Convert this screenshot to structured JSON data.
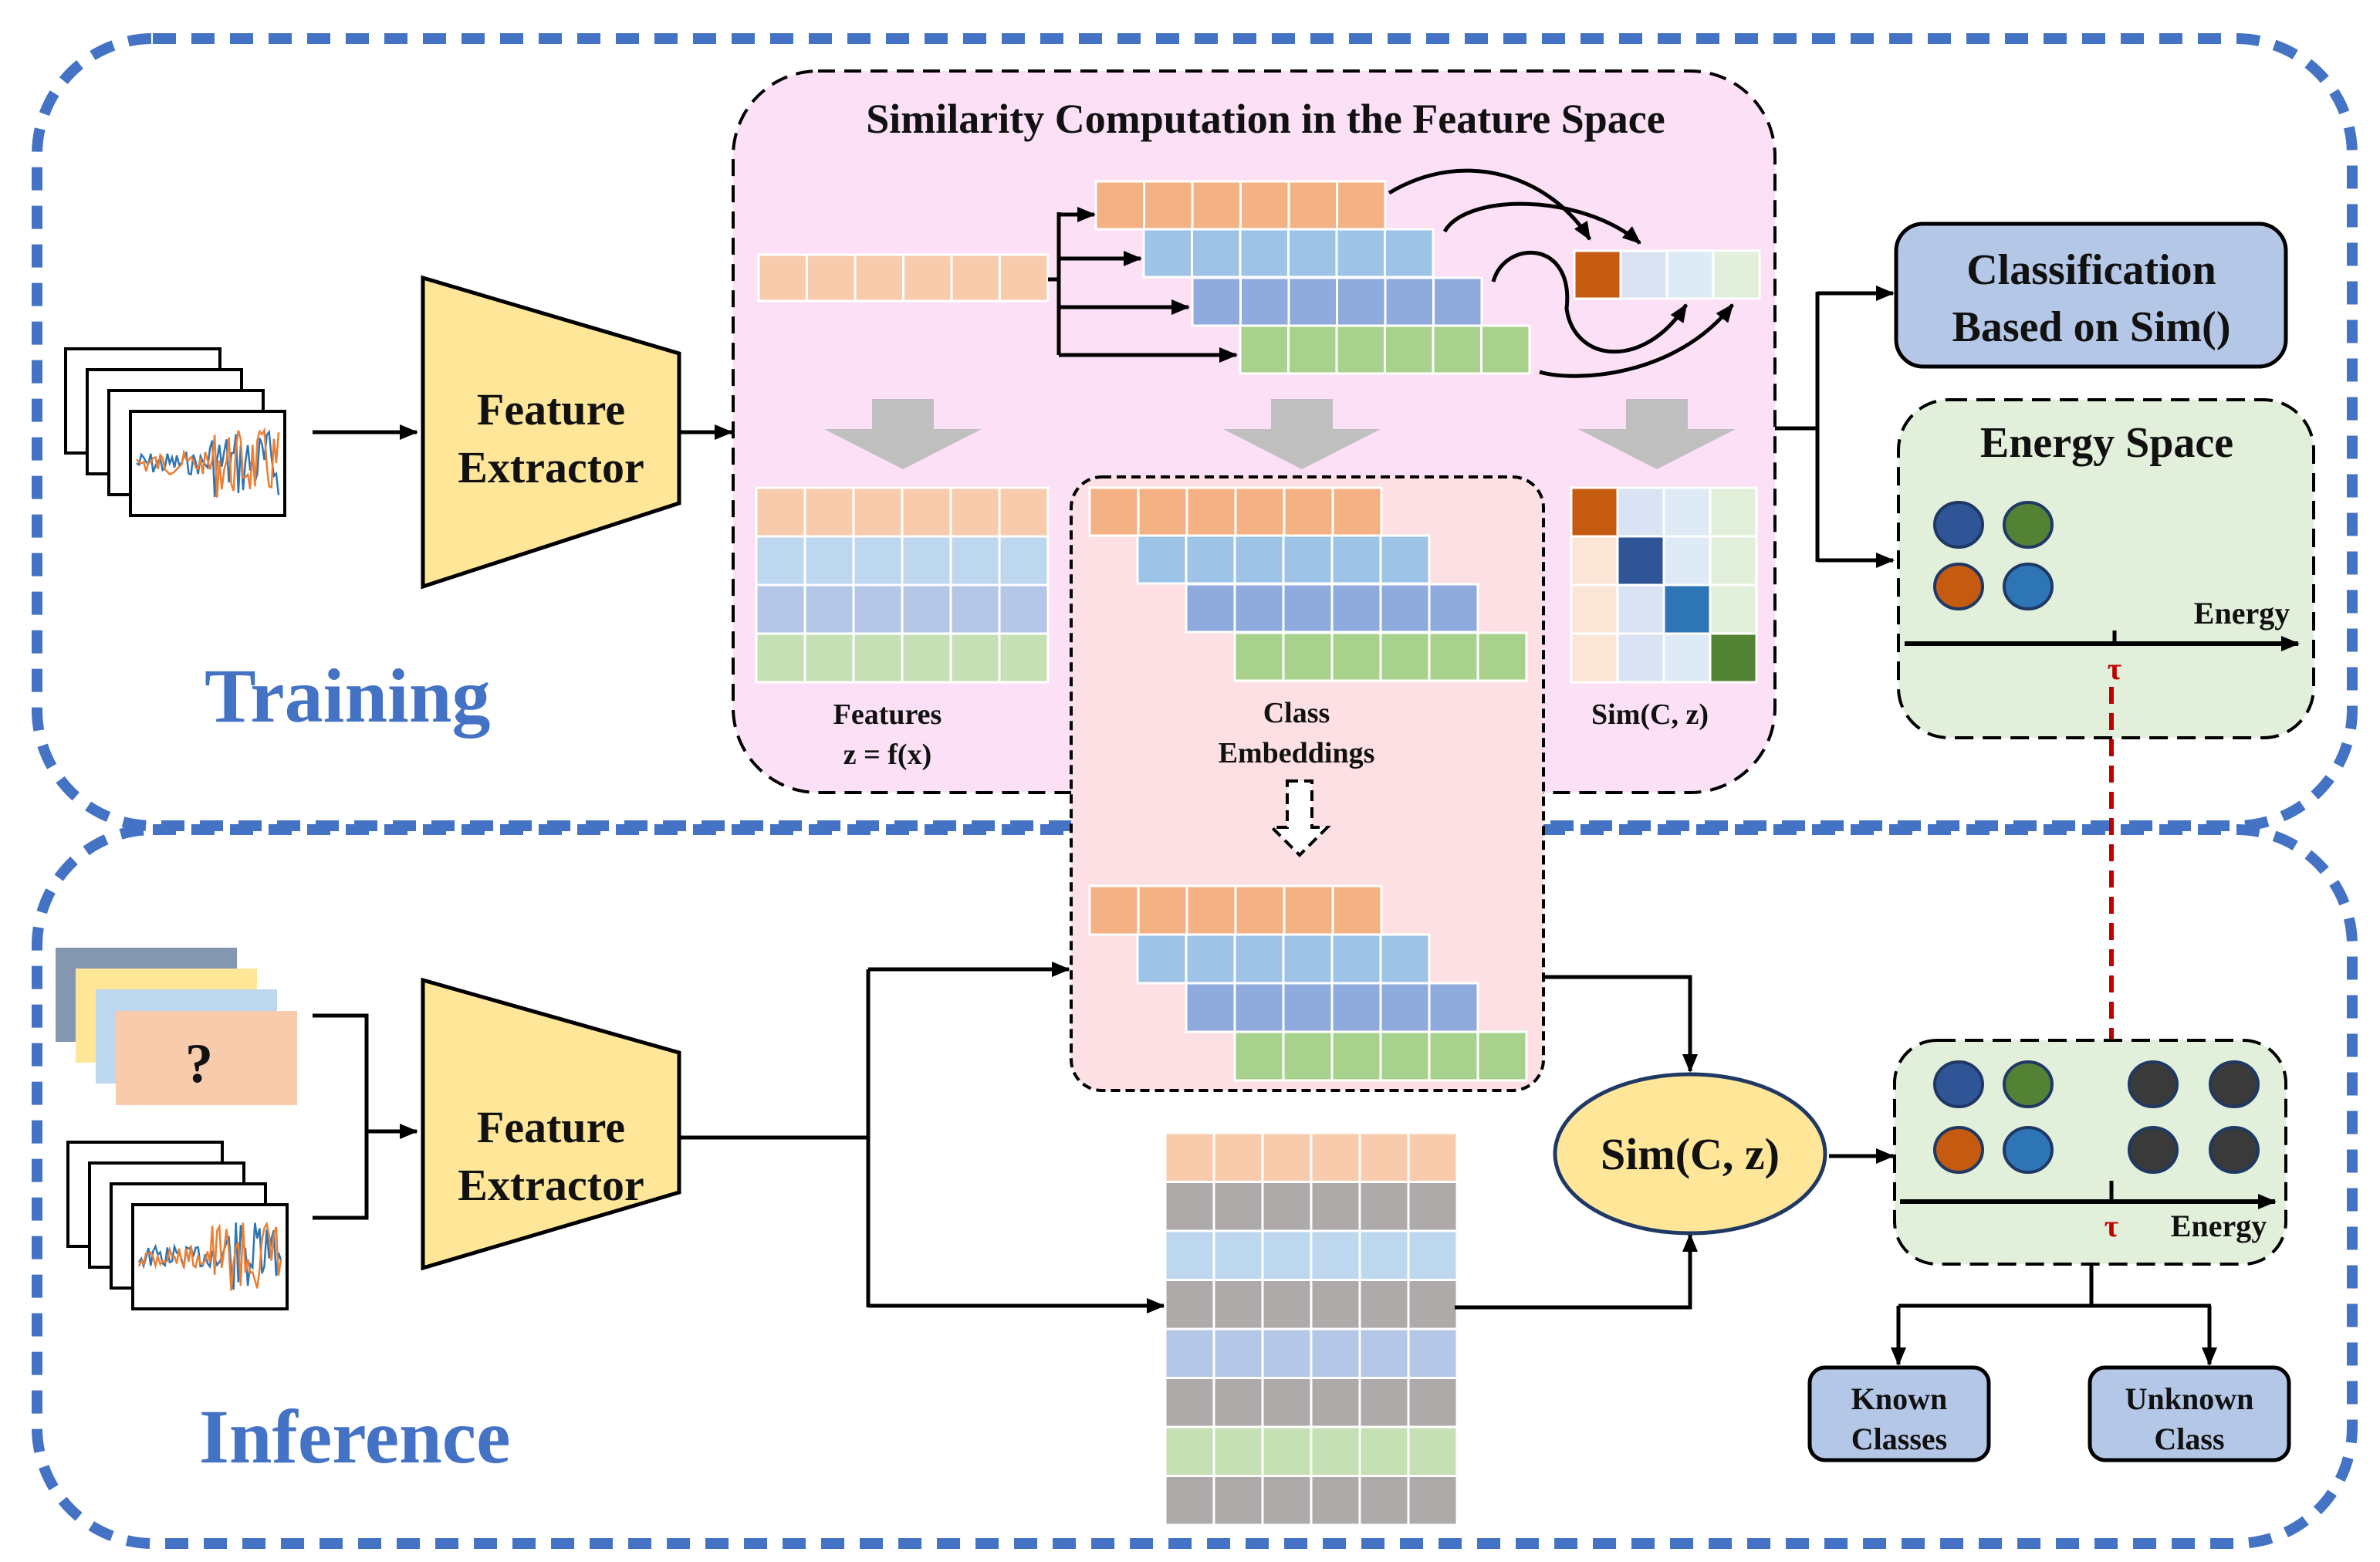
{
  "colors": {
    "section_border": "#4472C4",
    "pink_bg": "#FBE0F6",
    "embed_bg": "#FDE0E4",
    "green_bg": "#E2EFDA",
    "box_blue": "#B4C7E7",
    "extractor_fill": "#FFE699",
    "tau_red": "#C00000",
    "arrow_gray": "#BFBFBF"
  },
  "sections": {
    "training": "Training",
    "inference": "Inference"
  },
  "training": {
    "extractor_line1": "Feature",
    "extractor_line2": "Extractor",
    "similarity_title": "Similarity Computation in the Feature Space",
    "features_label_1": "Features",
    "features_label_2": "z = f(x)",
    "embeddings_label_1": "Class",
    "embeddings_label_2": "Embeddings",
    "sim_label": "Sim(C, z)",
    "classification_line1": "Classification",
    "classification_line2": "Based on Sim()",
    "energy_title": "Energy Space",
    "energy_axis": "Energy",
    "tau": "τ",
    "row_colors": [
      "#F8CBAD",
      "#BDD7EE",
      "#B4C7E7",
      "#C5E0B4"
    ],
    "embed_colors": [
      "#F4B183",
      "#9DC3E6",
      "#8FAADC",
      "#A9D18E"
    ],
    "sim_vector_colors": [
      "#C55A11",
      "#DAE3F3",
      "#DEEBF7",
      "#E2EFDA"
    ],
    "sim_matrix": [
      [
        "#C55A11",
        "#DAE3F3",
        "#DEEBF7",
        "#E2EFDA"
      ],
      [
        "#FBE5D6",
        "#2F5597",
        "#DEEBF7",
        "#E2EFDA"
      ],
      [
        "#FBE5D6",
        "#DAE3F3",
        "#2E75B6",
        "#E2EFDA"
      ],
      [
        "#FBE5D6",
        "#DAE3F3",
        "#DEEBF7",
        "#548235"
      ]
    ],
    "known_dots": [
      "#2F5597",
      "#548235",
      "#C55A11",
      "#2E75B6"
    ]
  },
  "inference": {
    "extractor_line1": "Feature",
    "extractor_line2": "Extractor",
    "unknown_mark": "?",
    "card_colors": [
      "#8497B0",
      "#FFE699",
      "#BDD7EE",
      "#F8CBAD"
    ],
    "sim_label": "Sim(C, z)",
    "energy_axis": "Energy",
    "tau": "τ",
    "table_row_colors": [
      "#F8CBAD",
      "#AEAAAA",
      "#BDD7EE",
      "#AEAAAA",
      "#B4C7E7",
      "#AEAAAA",
      "#C5E0B4",
      "#AEAAAA"
    ],
    "known_dots": [
      "#2F5597",
      "#548235",
      "#C55A11",
      "#2E75B6"
    ],
    "unknown_dot_color": "#3A3A3A",
    "known_label_1": "Known",
    "known_label_2": "Classes",
    "unknown_label_1": "Unknown",
    "unknown_label_2": "Class"
  }
}
